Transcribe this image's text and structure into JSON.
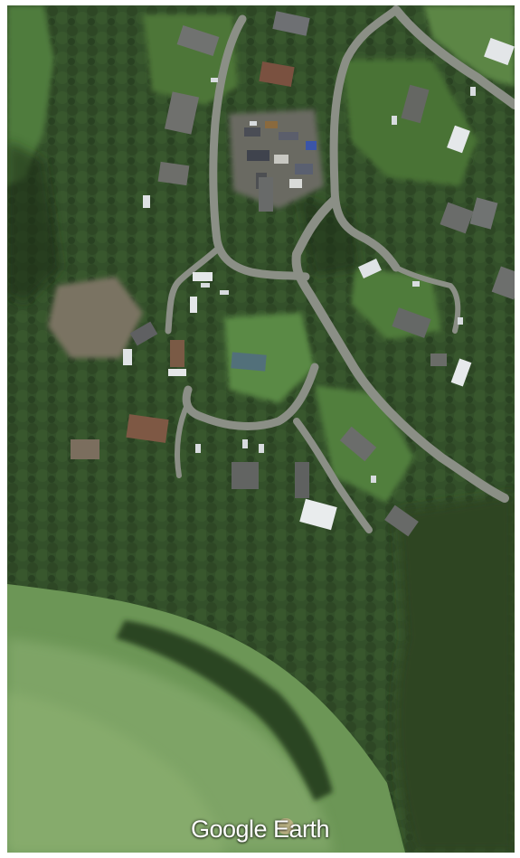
{
  "map": {
    "imagery": "satellite",
    "subject": "rural-settlement-aerial-view",
    "colors": {
      "forest_dark": "#2a3f22",
      "forest_mid": "#3c5a2f",
      "grass": "#4e7a3a",
      "field": "#6f9a5a",
      "field_light": "#86ab6c",
      "road": "#8b8f86",
      "roof_grey": "#6e6f6b",
      "roof_white": "#e8ecef",
      "roof_brown": "#7a5140"
    }
  },
  "attribution": {
    "watermark": "Google Earth"
  }
}
